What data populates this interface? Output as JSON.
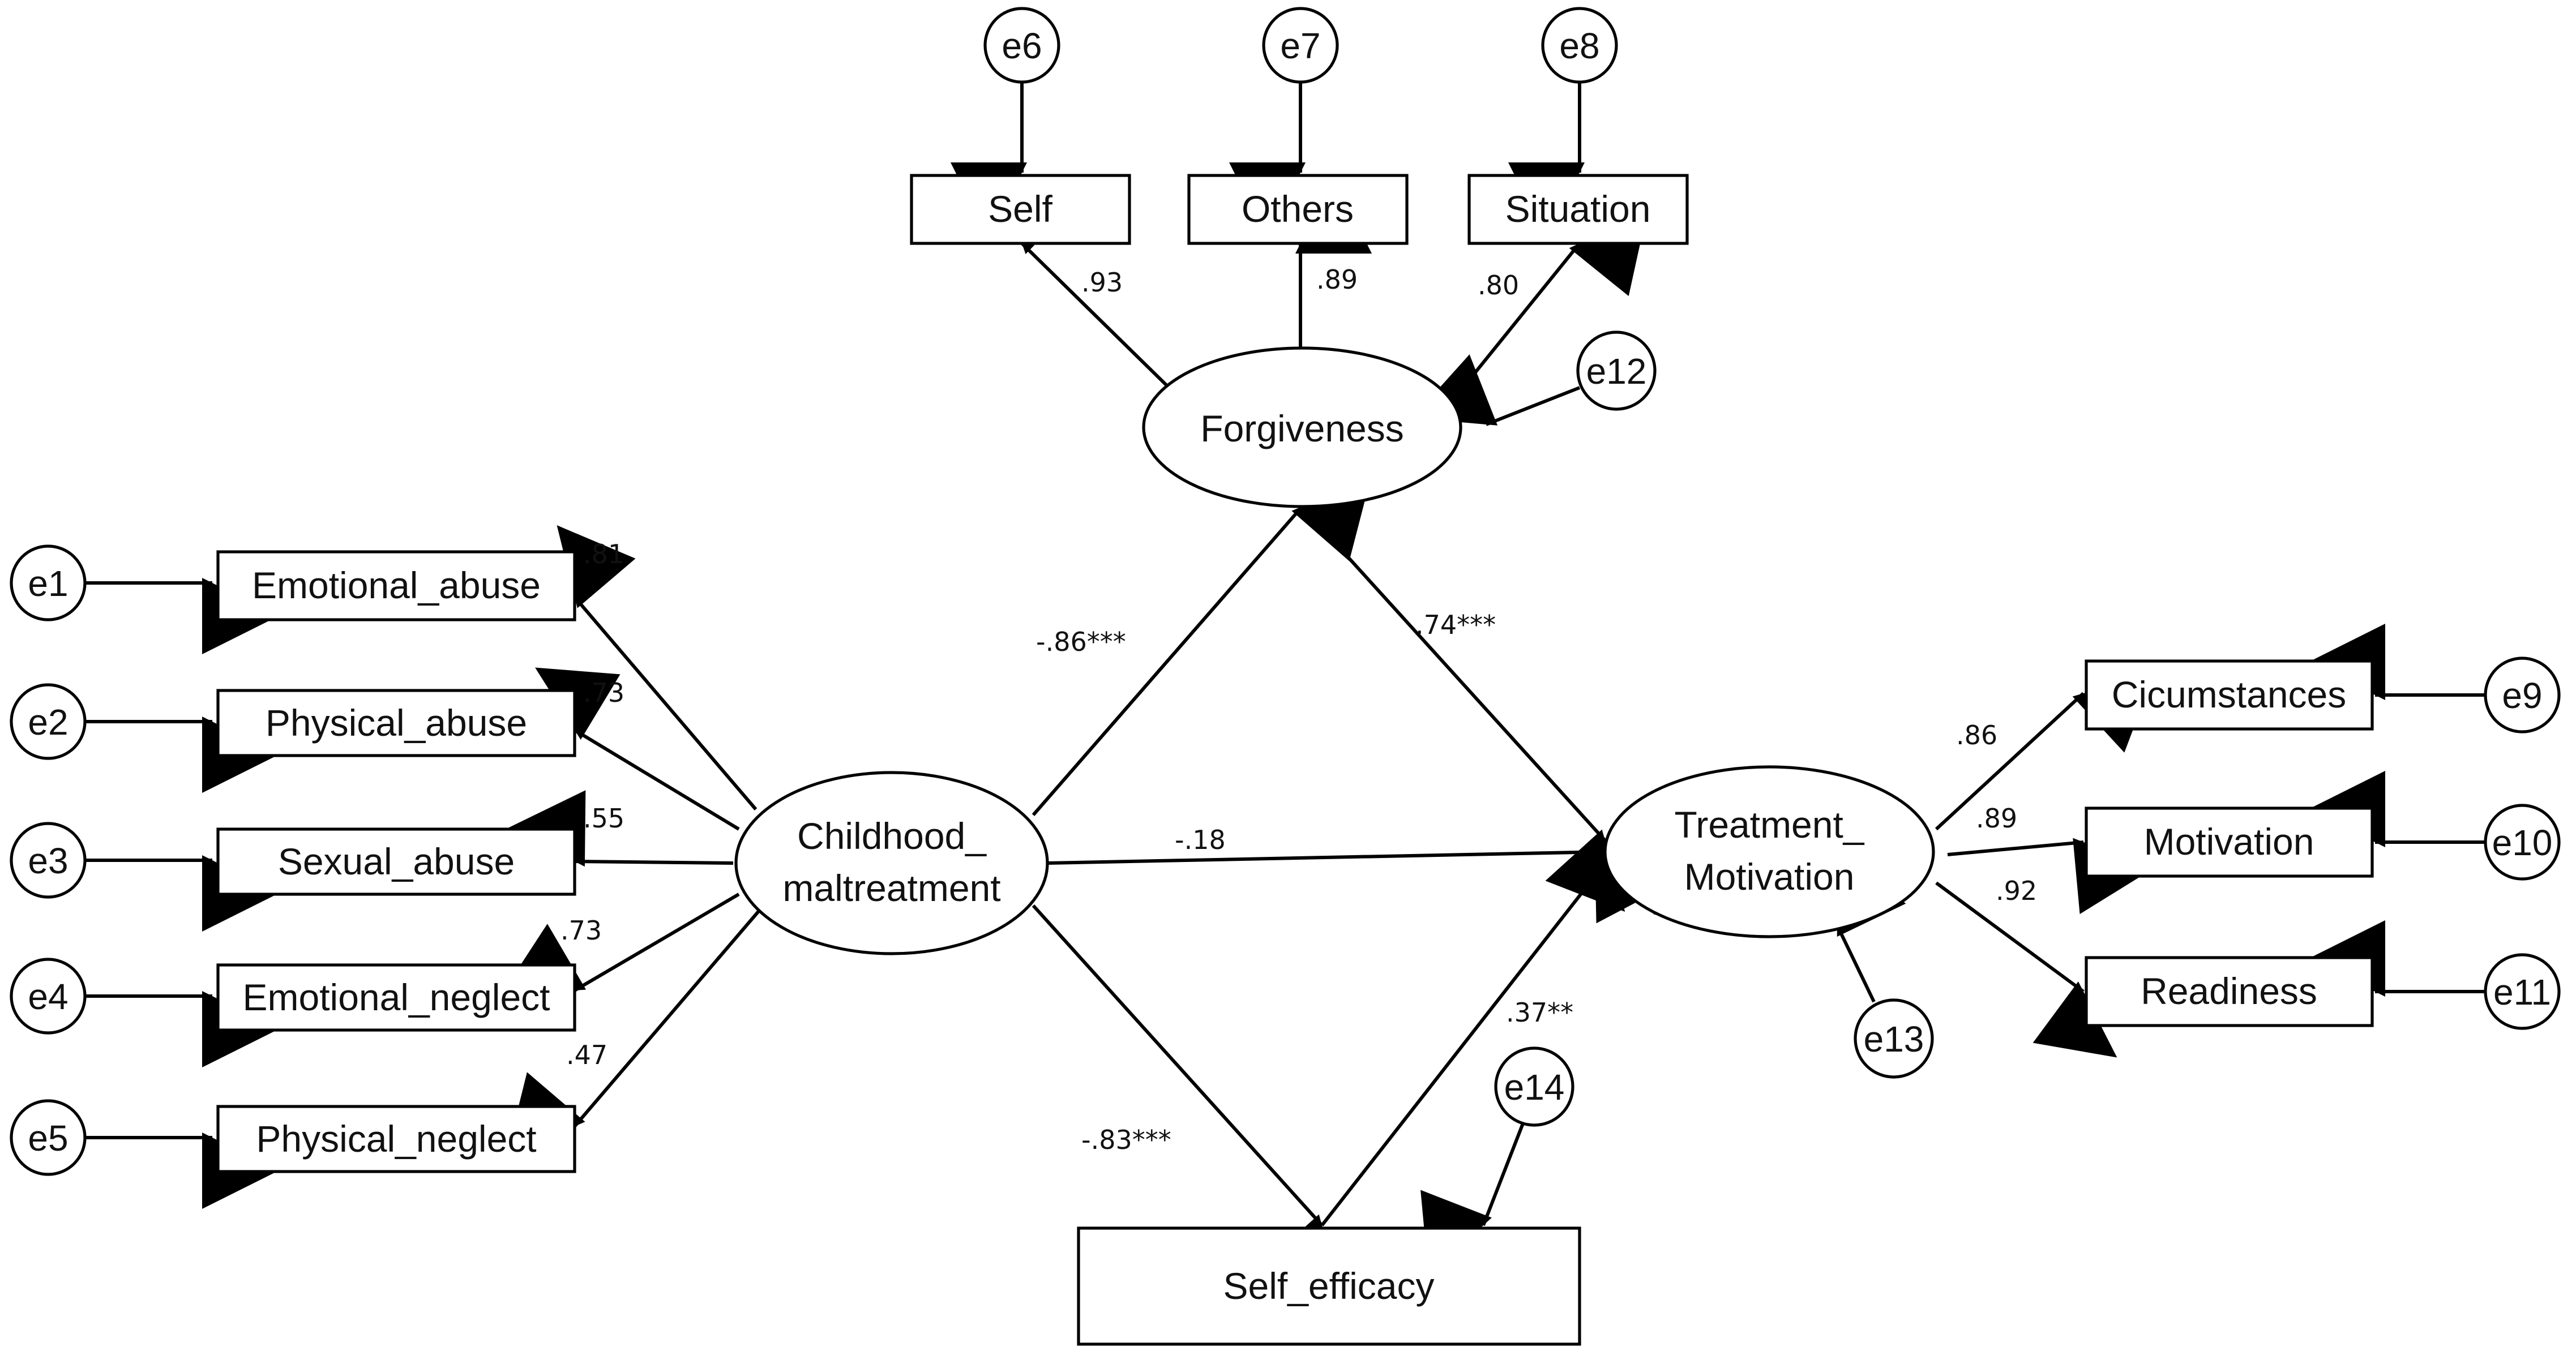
{
  "indicators": {
    "emotional_abuse": "Emotional_abuse",
    "physical_abuse": "Physical_abuse",
    "sexual_abuse": "Sexual_abuse",
    "emotional_neglect": "Emotional_neglect",
    "physical_neglect": "Physical_neglect",
    "self": "Self",
    "others": "Others",
    "situation": "Situation",
    "cicumstances": "Cicumstances",
    "motivation": "Motivation",
    "readiness": "Readiness",
    "self_efficacy": "Self_efficacy"
  },
  "latents": {
    "childhood_line1": "Childhood_",
    "childhood_line2": "maltreatment",
    "forgiveness": "Forgiveness",
    "treatment_line1": "Treatment_",
    "treatment_line2": "Motivation"
  },
  "errors": {
    "e1": "e1",
    "e2": "e2",
    "e3": "e3",
    "e4": "e4",
    "e5": "e5",
    "e6": "e6",
    "e7": "e7",
    "e8": "e8",
    "e9": "e9",
    "e10": "e10",
    "e11": "e11",
    "e12": "e12",
    "e13": "e13",
    "e14": "e14"
  },
  "coefficients": {
    "emotional_abuse": ".81",
    "physical_abuse": ".73",
    "sexual_abuse": ".55",
    "emotional_neglect": ".73",
    "physical_neglect": ".47",
    "self": ".93",
    "others": ".89",
    "situation": ".80",
    "cicumstances": ".86",
    "motivation": ".89",
    "readiness": ".92",
    "childhood_to_forgiveness": "-.86***",
    "forgiveness_to_treatment": ".74***",
    "childhood_to_treatment": "-.18",
    "childhood_to_selfefficacy": "-.83***",
    "selfefficacy_to_treatment": ".37**"
  }
}
